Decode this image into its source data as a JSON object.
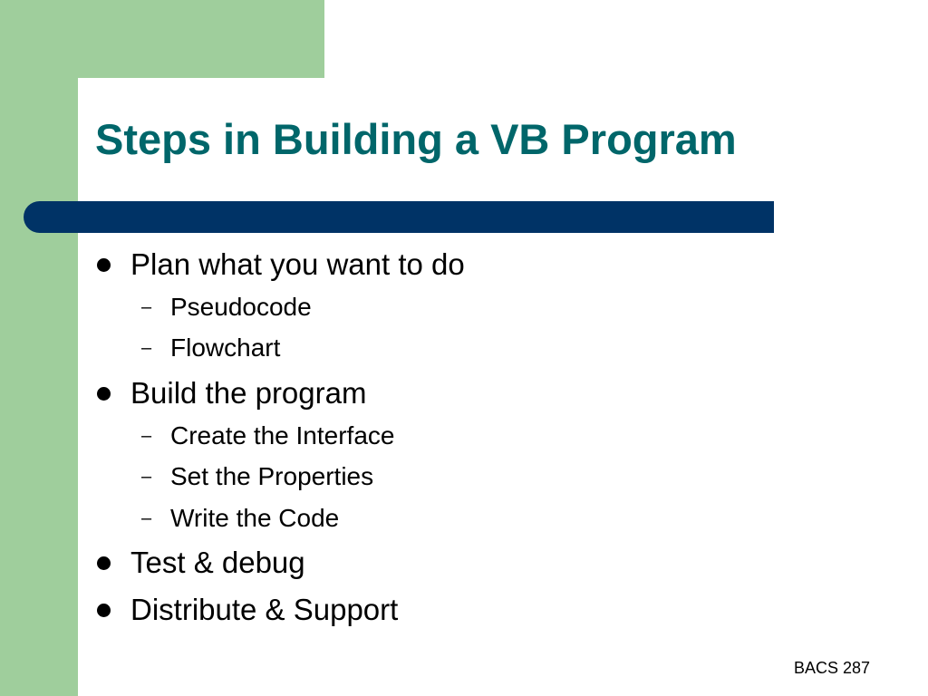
{
  "slide": {
    "title": "Steps in Building a VB Program",
    "footer": "BACS 287",
    "colors": {
      "accent_green": "#9fce9c",
      "title_teal": "#00666a",
      "bar_navy": "#003366",
      "text": "#000000",
      "background": "#ffffff"
    },
    "bullets": [
      {
        "text": "Plan what you want to do",
        "subitems": [
          {
            "text": "Pseudocode"
          },
          {
            "text": "Flowchart"
          }
        ]
      },
      {
        "text": "Build the program",
        "subitems": [
          {
            "text": "Create the Interface"
          },
          {
            "text": "Set the Properties"
          },
          {
            "text": "Write the Code"
          }
        ]
      },
      {
        "text": "Test & debug",
        "subitems": []
      },
      {
        "text": "Distribute & Support",
        "subitems": []
      }
    ],
    "sub_marker": "–"
  }
}
